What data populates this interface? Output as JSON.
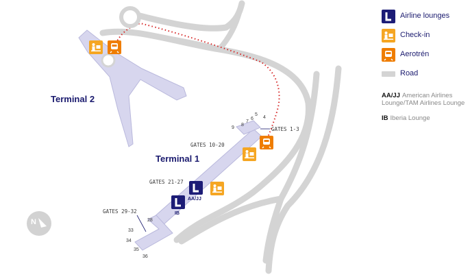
{
  "colors": {
    "terminal_fill": "#d7d6ee",
    "terminal_stroke": "#b9b8dc",
    "road": "#d4d4d4",
    "lounge": "#1c1c76",
    "checkin": "#f5a623",
    "aerotren": "#ef7d00",
    "train_route": "#d62828",
    "label_dark": "#1a1a6e",
    "gate_label": "#3a3a3a"
  },
  "legend": {
    "items": [
      {
        "icon": "lounge-icon",
        "label": "Airline lounges"
      },
      {
        "icon": "checkin-icon",
        "label": "Check-in"
      },
      {
        "icon": "train-icon",
        "label": "Aerotrén"
      },
      {
        "icon": "road-icon",
        "label": "Road"
      }
    ],
    "notes": [
      {
        "code": "AA/JJ",
        "text": "American Airlines Lounge/TAM Airlines Lounge"
      },
      {
        "code": "IB",
        "text": "Iberia Lounge"
      }
    ]
  },
  "map": {
    "terminal_2_label": "Terminal 2",
    "terminal_1_label": "Terminal 1",
    "lounge_aa_label": "AA/JJ",
    "lounge_ib_label": "IB",
    "gates": {
      "g1_3": "GATES 1-3",
      "g10_20": "GATES 10-20",
      "g21_27": "GATES 21-27",
      "g29_32": "GATES 29-32"
    },
    "gate_numbers": {
      "n9": "9",
      "n8": "8",
      "n7": "7",
      "n6": "6",
      "n5": "5",
      "n4": "4",
      "n28": "28",
      "n33": "33",
      "n34": "34",
      "n35": "35",
      "n36": "36"
    },
    "compass": "N"
  }
}
